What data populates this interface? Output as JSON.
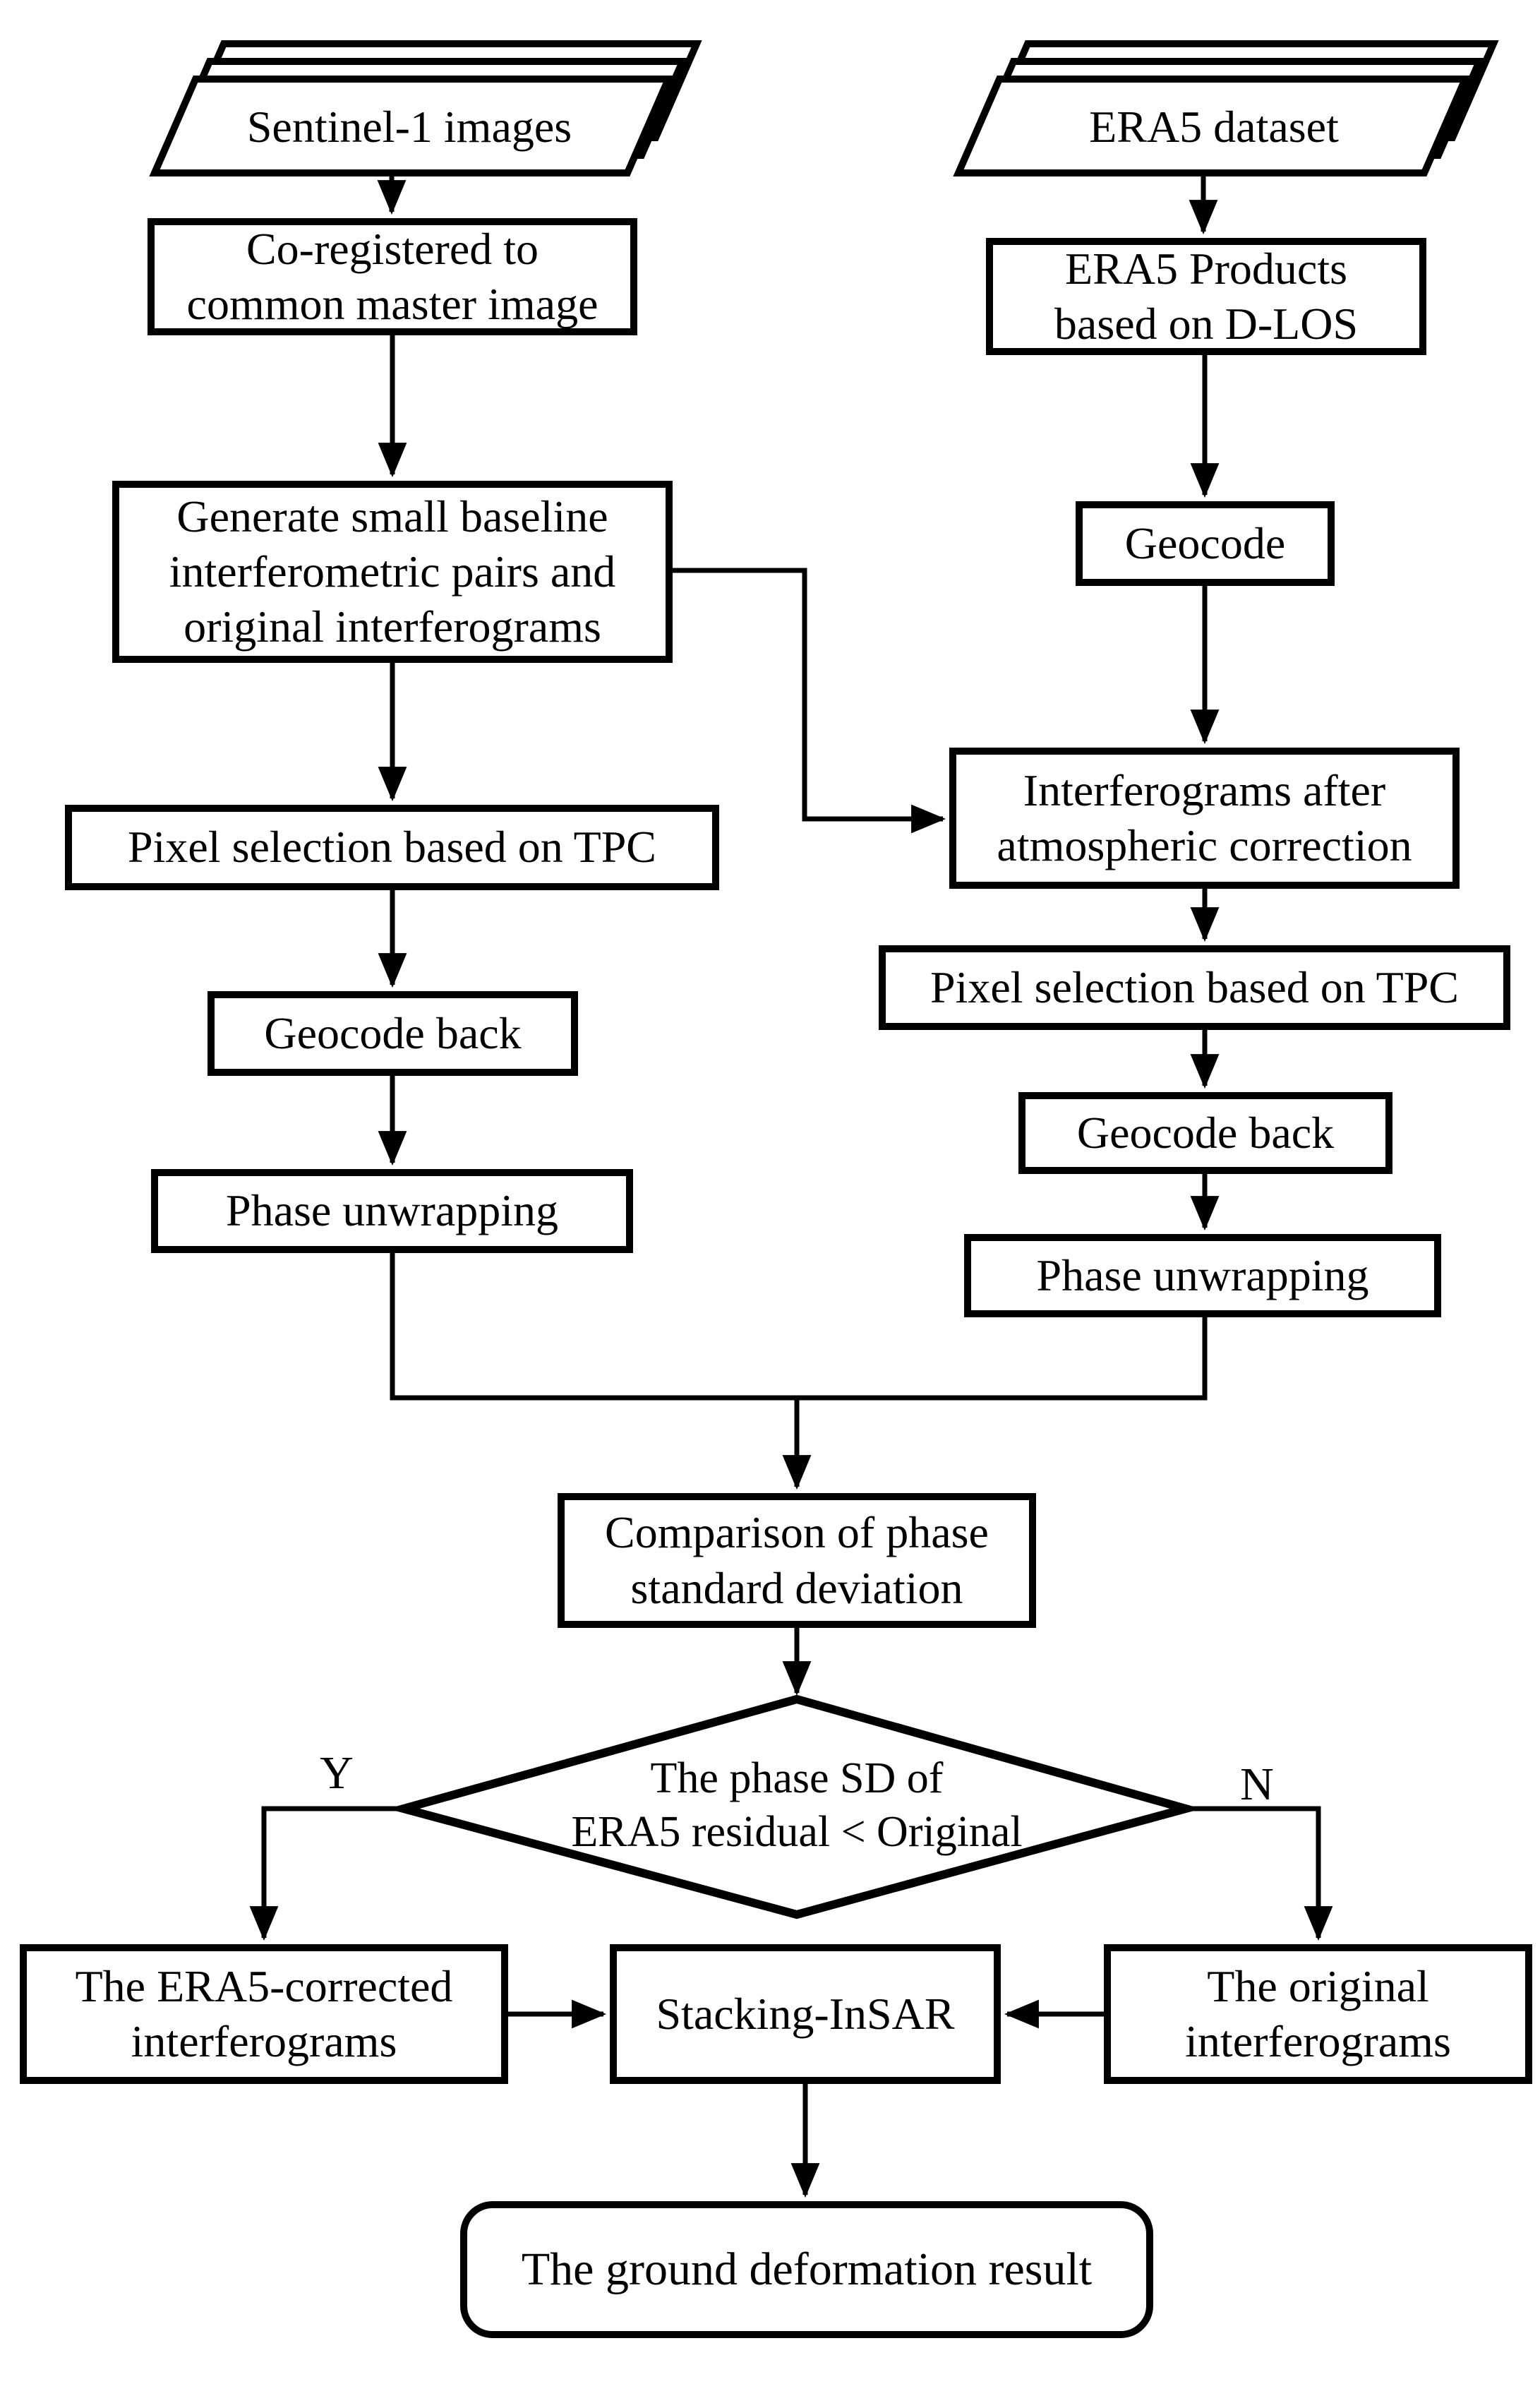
{
  "nodes": {
    "sentinel_images": {
      "label": "Sentinel-1 images"
    },
    "era5_dataset": {
      "label": "ERA5 dataset"
    },
    "coregistered": {
      "label": "Co-registered to\ncommon master image"
    },
    "generate_pairs": {
      "label": "Generate small baseline\ninterferometric pairs and\noriginal interferograms"
    },
    "pixel_selection_left": {
      "label": "Pixel selection based on TPC"
    },
    "geocode_back_left": {
      "label": "Geocode back"
    },
    "phase_unwrapping_left": {
      "label": "Phase unwrapping"
    },
    "era5_products": {
      "label": "ERA5 Products\nbased on D-LOS"
    },
    "geocode": {
      "label": "Geocode"
    },
    "interferograms_corrected": {
      "label": "Interferograms after\natmospheric correction"
    },
    "pixel_selection_right": {
      "label": "Pixel selection based on TPC"
    },
    "geocode_back_right": {
      "label": "Geocode back"
    },
    "phase_unwrapping_right": {
      "label": "Phase unwrapping"
    },
    "comparison": {
      "label": "Comparison of phase\nstandard deviation"
    },
    "decision": {
      "label": "The phase SD of\nERA5 residual < Original"
    },
    "era5_corrected_interferograms": {
      "label": "The ERA5-corrected\ninterferograms"
    },
    "stacking_insar": {
      "label": "Stacking-InSAR"
    },
    "original_interferograms": {
      "label": "The original\ninterferograms"
    },
    "ground_deformation_result": {
      "label": "The ground deformation result"
    }
  },
  "branch_labels": {
    "yes": "Y",
    "no": "N"
  },
  "edges": [
    {
      "from": "sentinel_images",
      "to": "coregistered"
    },
    {
      "from": "coregistered",
      "to": "generate_pairs"
    },
    {
      "from": "generate_pairs",
      "to": "pixel_selection_left"
    },
    {
      "from": "pixel_selection_left",
      "to": "geocode_back_left"
    },
    {
      "from": "geocode_back_left",
      "to": "phase_unwrapping_left"
    },
    {
      "from": "era5_dataset",
      "to": "era5_products"
    },
    {
      "from": "era5_products",
      "to": "geocode"
    },
    {
      "from": "geocode",
      "to": "interferograms_corrected"
    },
    {
      "from": "generate_pairs",
      "to": "interferograms_corrected"
    },
    {
      "from": "interferograms_corrected",
      "to": "pixel_selection_right"
    },
    {
      "from": "pixel_selection_right",
      "to": "geocode_back_right"
    },
    {
      "from": "geocode_back_right",
      "to": "phase_unwrapping_right"
    },
    {
      "from": "phase_unwrapping_left",
      "to": "comparison"
    },
    {
      "from": "phase_unwrapping_right",
      "to": "comparison"
    },
    {
      "from": "comparison",
      "to": "decision"
    },
    {
      "from": "decision",
      "to": "era5_corrected_interferograms",
      "label": "Y"
    },
    {
      "from": "decision",
      "to": "original_interferograms",
      "label": "N"
    },
    {
      "from": "era5_corrected_interferograms",
      "to": "stacking_insar"
    },
    {
      "from": "original_interferograms",
      "to": "stacking_insar"
    },
    {
      "from": "stacking_insar",
      "to": "ground_deformation_result"
    }
  ],
  "colors": {
    "stroke": "#000000",
    "fill": "#ffffff"
  }
}
